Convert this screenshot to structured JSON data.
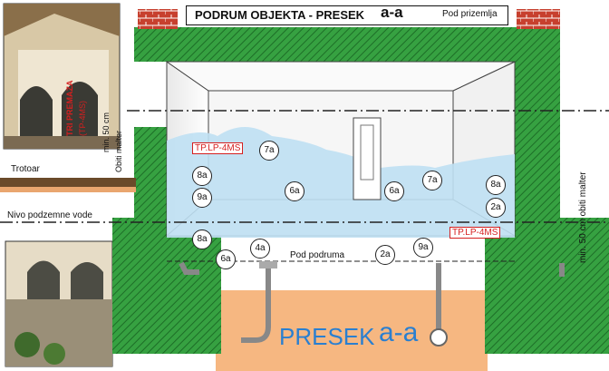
{
  "title": {
    "main": "PODRUM OBJEKTA - PRESEK",
    "section": "a-a"
  },
  "labels": {
    "pod_prizemlja": "Pod prizemlja",
    "pod_podruma": "Pod podruma",
    "trotoar": "Trotoar",
    "nivo_podzemne_vode": "Nivo podzemne vode",
    "min_50_left": "min. 50 cm",
    "obiti_malter_left": "Obiti malter",
    "tri_premaza": "TRI PREMAZA",
    "tp_4ms": "(TP-4MS)",
    "tp_lp_left": "TP.LP-4MS",
    "tp_lp_right": "TP.LP-4MS",
    "right_vertical": "min. 50 cm obiti malter",
    "presek_word": "PRESEK",
    "presek_section": "a-a"
  },
  "markers": [
    "7a",
    "8a",
    "9a",
    "8a",
    "6a",
    "6a",
    "7a",
    "8a",
    "2a",
    "4a",
    "6a",
    "2a",
    "9a"
  ],
  "colors": {
    "green": "#2f9a3a",
    "water": "#bfe0f3",
    "soil": "#f4b27a",
    "red": "#d51f1f",
    "blue": "#2a7fd0",
    "grey": "#9aa0a6"
  }
}
